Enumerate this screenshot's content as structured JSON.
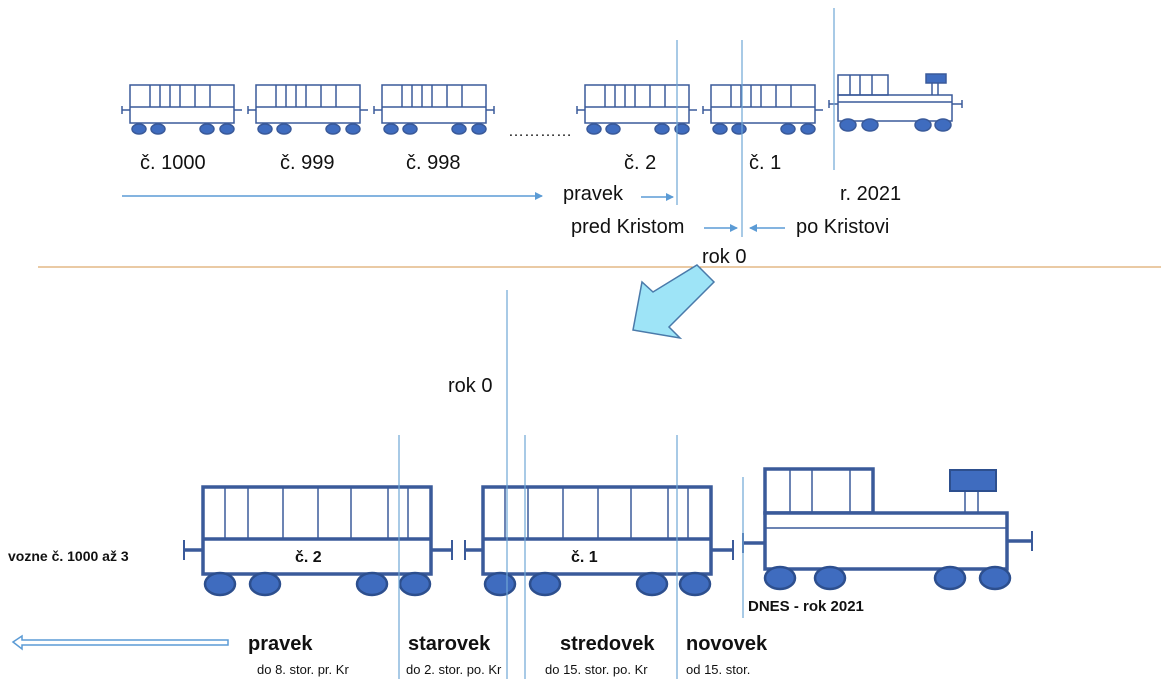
{
  "top": {
    "cars": [
      {
        "label": "č. 1000"
      },
      {
        "label": "č. 999"
      },
      {
        "label": "č. 998"
      },
      {
        "label": "č. 2"
      },
      {
        "label": "č. 1"
      }
    ],
    "ellipsis": "…………",
    "pravek": "pravek",
    "pred_kristom": "pred Kristom",
    "po_kristovi": "po Kristovi",
    "year": "r. 2021",
    "rok0": "rok 0"
  },
  "bottom": {
    "rok0": "rok 0",
    "other_cars": "vozne č. 1000 až 3",
    "car2": "č. 2",
    "car1": "č. 1",
    "dnes": "DNES  - rok 2021",
    "eras": [
      {
        "name": "pravek",
        "range": "do  8. stor. pr. Kr"
      },
      {
        "name": "starovek",
        "range": "do  2. stor. po. Kr"
      },
      {
        "name": "stredovek",
        "range": "do  15. stor. po. Kr"
      },
      {
        "name": "novovek",
        "range": "od 15. stor."
      }
    ]
  },
  "colors": {
    "car": "#3a5a9a",
    "wheel": "#3f6cbf",
    "line": "#6fa6d6",
    "arrow": "#5b9bd5",
    "separator": "#d6964a",
    "big_arrow_fill": "#9ee4f7",
    "big_arrow_stroke": "#4a7aaa"
  }
}
